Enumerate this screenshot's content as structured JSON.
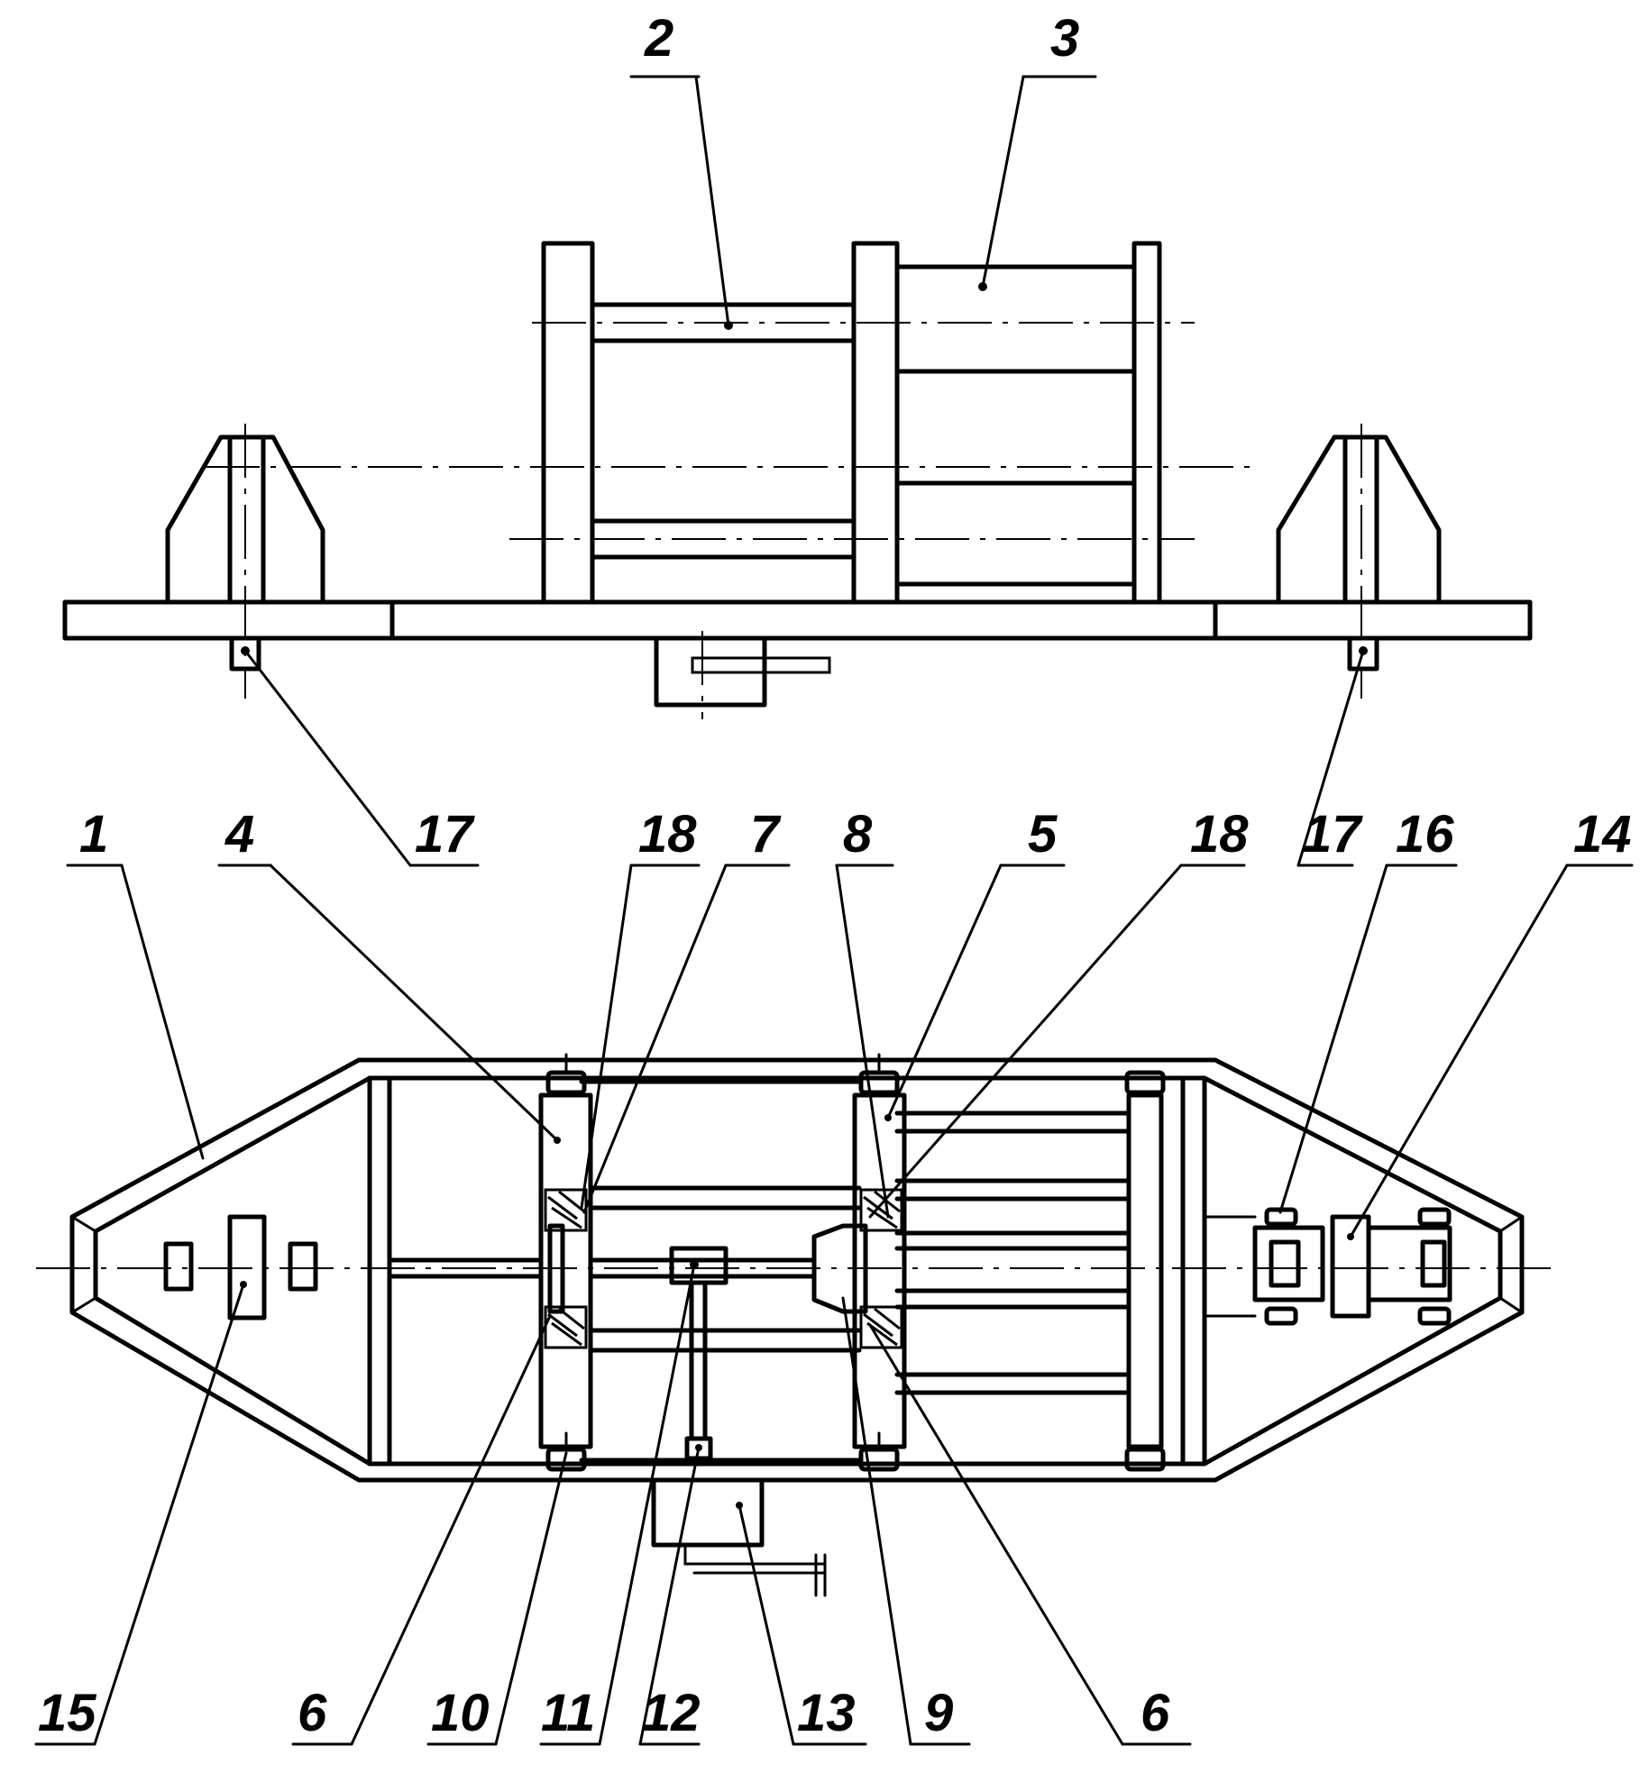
{
  "labels": {
    "n1": "1",
    "n2": "2",
    "n3": "3",
    "n4": "4",
    "n5": "5",
    "n6a": "6",
    "n6b": "6",
    "n7": "7",
    "n8": "8",
    "n9": "9",
    "n10": "10",
    "n11": "11",
    "n12": "12",
    "n13": "13",
    "n14": "14",
    "n15": "15",
    "n16": "16",
    "n17a": "17",
    "n17b": "17",
    "n18a": "18",
    "n18b": "18"
  }
}
